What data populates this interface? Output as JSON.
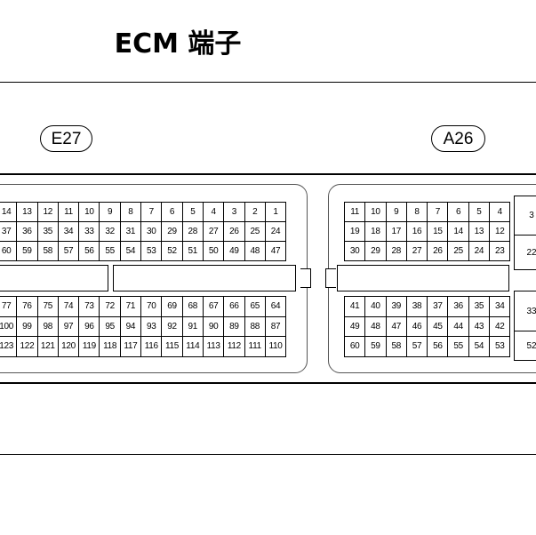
{
  "title": "ECM 端子",
  "connectors": {
    "e27": {
      "label": "E27",
      "upper_rows": [
        [
          "14",
          "13",
          "12",
          "11",
          "10",
          "9",
          "8",
          "7",
          "6",
          "5",
          "4",
          "3",
          "2",
          "1"
        ],
        [
          "37",
          "36",
          "35",
          "34",
          "33",
          "32",
          "31",
          "30",
          "29",
          "28",
          "27",
          "26",
          "25",
          "24"
        ],
        [
          "60",
          "59",
          "58",
          "57",
          "56",
          "55",
          "54",
          "53",
          "52",
          "51",
          "50",
          "49",
          "48",
          "47"
        ]
      ],
      "lower_rows": [
        [
          "77",
          "76",
          "75",
          "74",
          "73",
          "72",
          "71",
          "70",
          "69",
          "68",
          "67",
          "66",
          "65",
          "64"
        ],
        [
          "100",
          "99",
          "98",
          "97",
          "96",
          "95",
          "94",
          "93",
          "92",
          "91",
          "90",
          "89",
          "88",
          "87"
        ],
        [
          "123",
          "122",
          "121",
          "120",
          "119",
          "118",
          "117",
          "116",
          "115",
          "114",
          "113",
          "112",
          "111",
          "110"
        ]
      ]
    },
    "a26": {
      "label": "A26",
      "upper_rows": [
        [
          "11",
          "10",
          "9",
          "8",
          "7",
          "6",
          "5",
          "4"
        ],
        [
          "19",
          "18",
          "17",
          "16",
          "15",
          "14",
          "13",
          "12"
        ],
        [
          "30",
          "29",
          "28",
          "27",
          "26",
          "25",
          "24",
          "23"
        ]
      ],
      "lower_rows": [
        [
          "41",
          "40",
          "39",
          "38",
          "37",
          "36",
          "35",
          "34"
        ],
        [
          "49",
          "48",
          "47",
          "46",
          "45",
          "44",
          "43",
          "42"
        ],
        [
          "60",
          "59",
          "58",
          "57",
          "56",
          "55",
          "54",
          "53"
        ]
      ],
      "side_upper": [
        "3",
        "22"
      ],
      "side_lower": [
        "33",
        "52"
      ]
    }
  }
}
